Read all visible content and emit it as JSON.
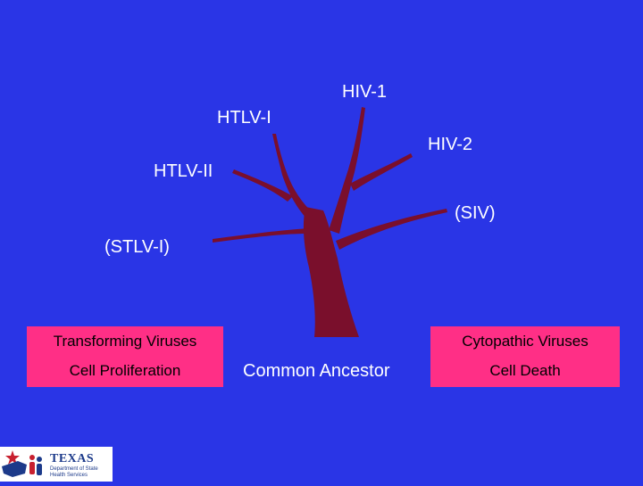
{
  "labels": {
    "hiv1": "HIV-1",
    "htlv1": "HTLV-I",
    "hiv2": "HIV-2",
    "htlv2": "HTLV-II",
    "siv": "(SIV)",
    "stlv1": "(STLV-I)",
    "common_ancestor": "Common Ancestor"
  },
  "left_box": {
    "line1": "Transforming Viruses",
    "line2": "Cell Proliferation"
  },
  "right_box": {
    "line1": "Cytopathic Viruses",
    "line2": "Cell Death"
  },
  "logo": {
    "title": "TEXAS",
    "subtitle": "Department of State Health Services"
  },
  "colors": {
    "background": "#2a35e6",
    "tree": "#7a0f2c",
    "box": "#ff2f86"
  }
}
